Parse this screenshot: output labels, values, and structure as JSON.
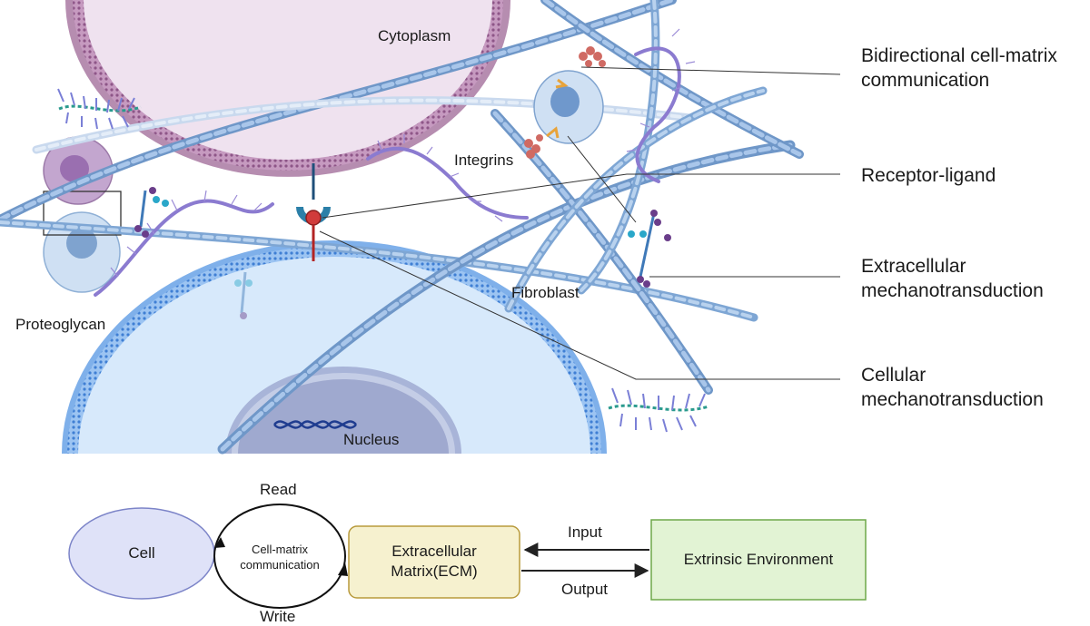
{
  "illustration": {
    "labels": {
      "cytoplasm": "Cytoplasm",
      "integrins": "Integrins",
      "fibroblast": "Fibroblast",
      "proteoglycan": "Proteoglycan",
      "nucleus": "Nucleus"
    },
    "callouts": {
      "bidirectional": "Bidirectional cell-matrix communication",
      "receptor_ligand": "Receptor-ligand",
      "extracellular_mechano": "Extracellular mechanotransduction",
      "cellular_mechano": "Cellular mechanotransduction"
    },
    "colors": {
      "fiber": "#8fb3d9",
      "cell_membrane_pink": "#b07aa8",
      "nucleus_blue": "#5a8fd6",
      "receptor_red": "#d13b3b",
      "integrin_teal": "#2b7fa8"
    }
  },
  "flow": {
    "cell": "Cell",
    "read": "Read",
    "write": "Write",
    "loop_text": "Cell-matrix communication",
    "ecm": "Extracellular Matrix(ECM)",
    "input": "Input",
    "output": "Output",
    "environment": "Extrinsic Environment",
    "colors": {
      "cell_fill": "#dfe2f8",
      "cell_stroke": "#7c84c8",
      "ecm_fill": "#f6f1cf",
      "ecm_stroke": "#b89a3c",
      "env_fill": "#e2f3d4",
      "env_stroke": "#6ea84a"
    }
  }
}
